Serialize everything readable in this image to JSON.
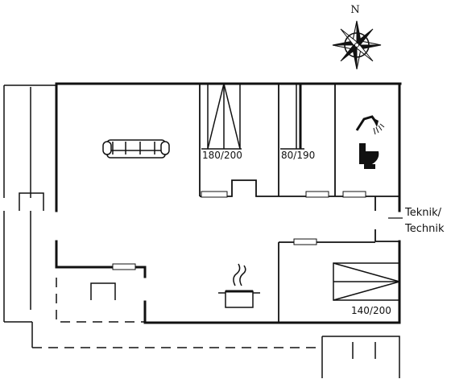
{
  "compass": {
    "north_label": "N"
  },
  "rooms": {
    "bedroom_1": {
      "bed_size": "180/200"
    },
    "bedroom_2": {
      "bed_size": "80/190"
    },
    "bedroom_3": {
      "bed_size": "140/200"
    },
    "technical_room": {
      "label_line1": "Teknik/",
      "label_line2": "Technik"
    }
  },
  "icons": [
    "sofa-icon",
    "cooking-pot-icon",
    "shower-icon",
    "toilet-icon",
    "bed-icon",
    "compass-rose-icon"
  ],
  "colors": {
    "line": "#111111",
    "window": "#ffffff",
    "background": "#ffffff"
  }
}
